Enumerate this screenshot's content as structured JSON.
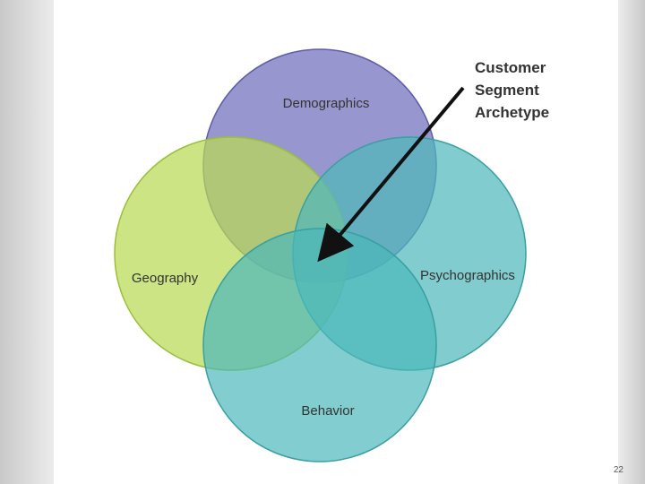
{
  "diagram": {
    "circles": {
      "demographics": {
        "label": "Demographics",
        "color": "#7b78c0"
      },
      "geography": {
        "label": "Geography",
        "color": "#bedd5e"
      },
      "psychographics": {
        "label": "Psychographics",
        "color": "#5dbfc0"
      },
      "behavior": {
        "label": "Behavior",
        "color": "#5cbfc0"
      }
    },
    "callout": {
      "line1": "Customer",
      "line2": "Segment",
      "line3": "Archetype"
    }
  },
  "page_number": "22"
}
